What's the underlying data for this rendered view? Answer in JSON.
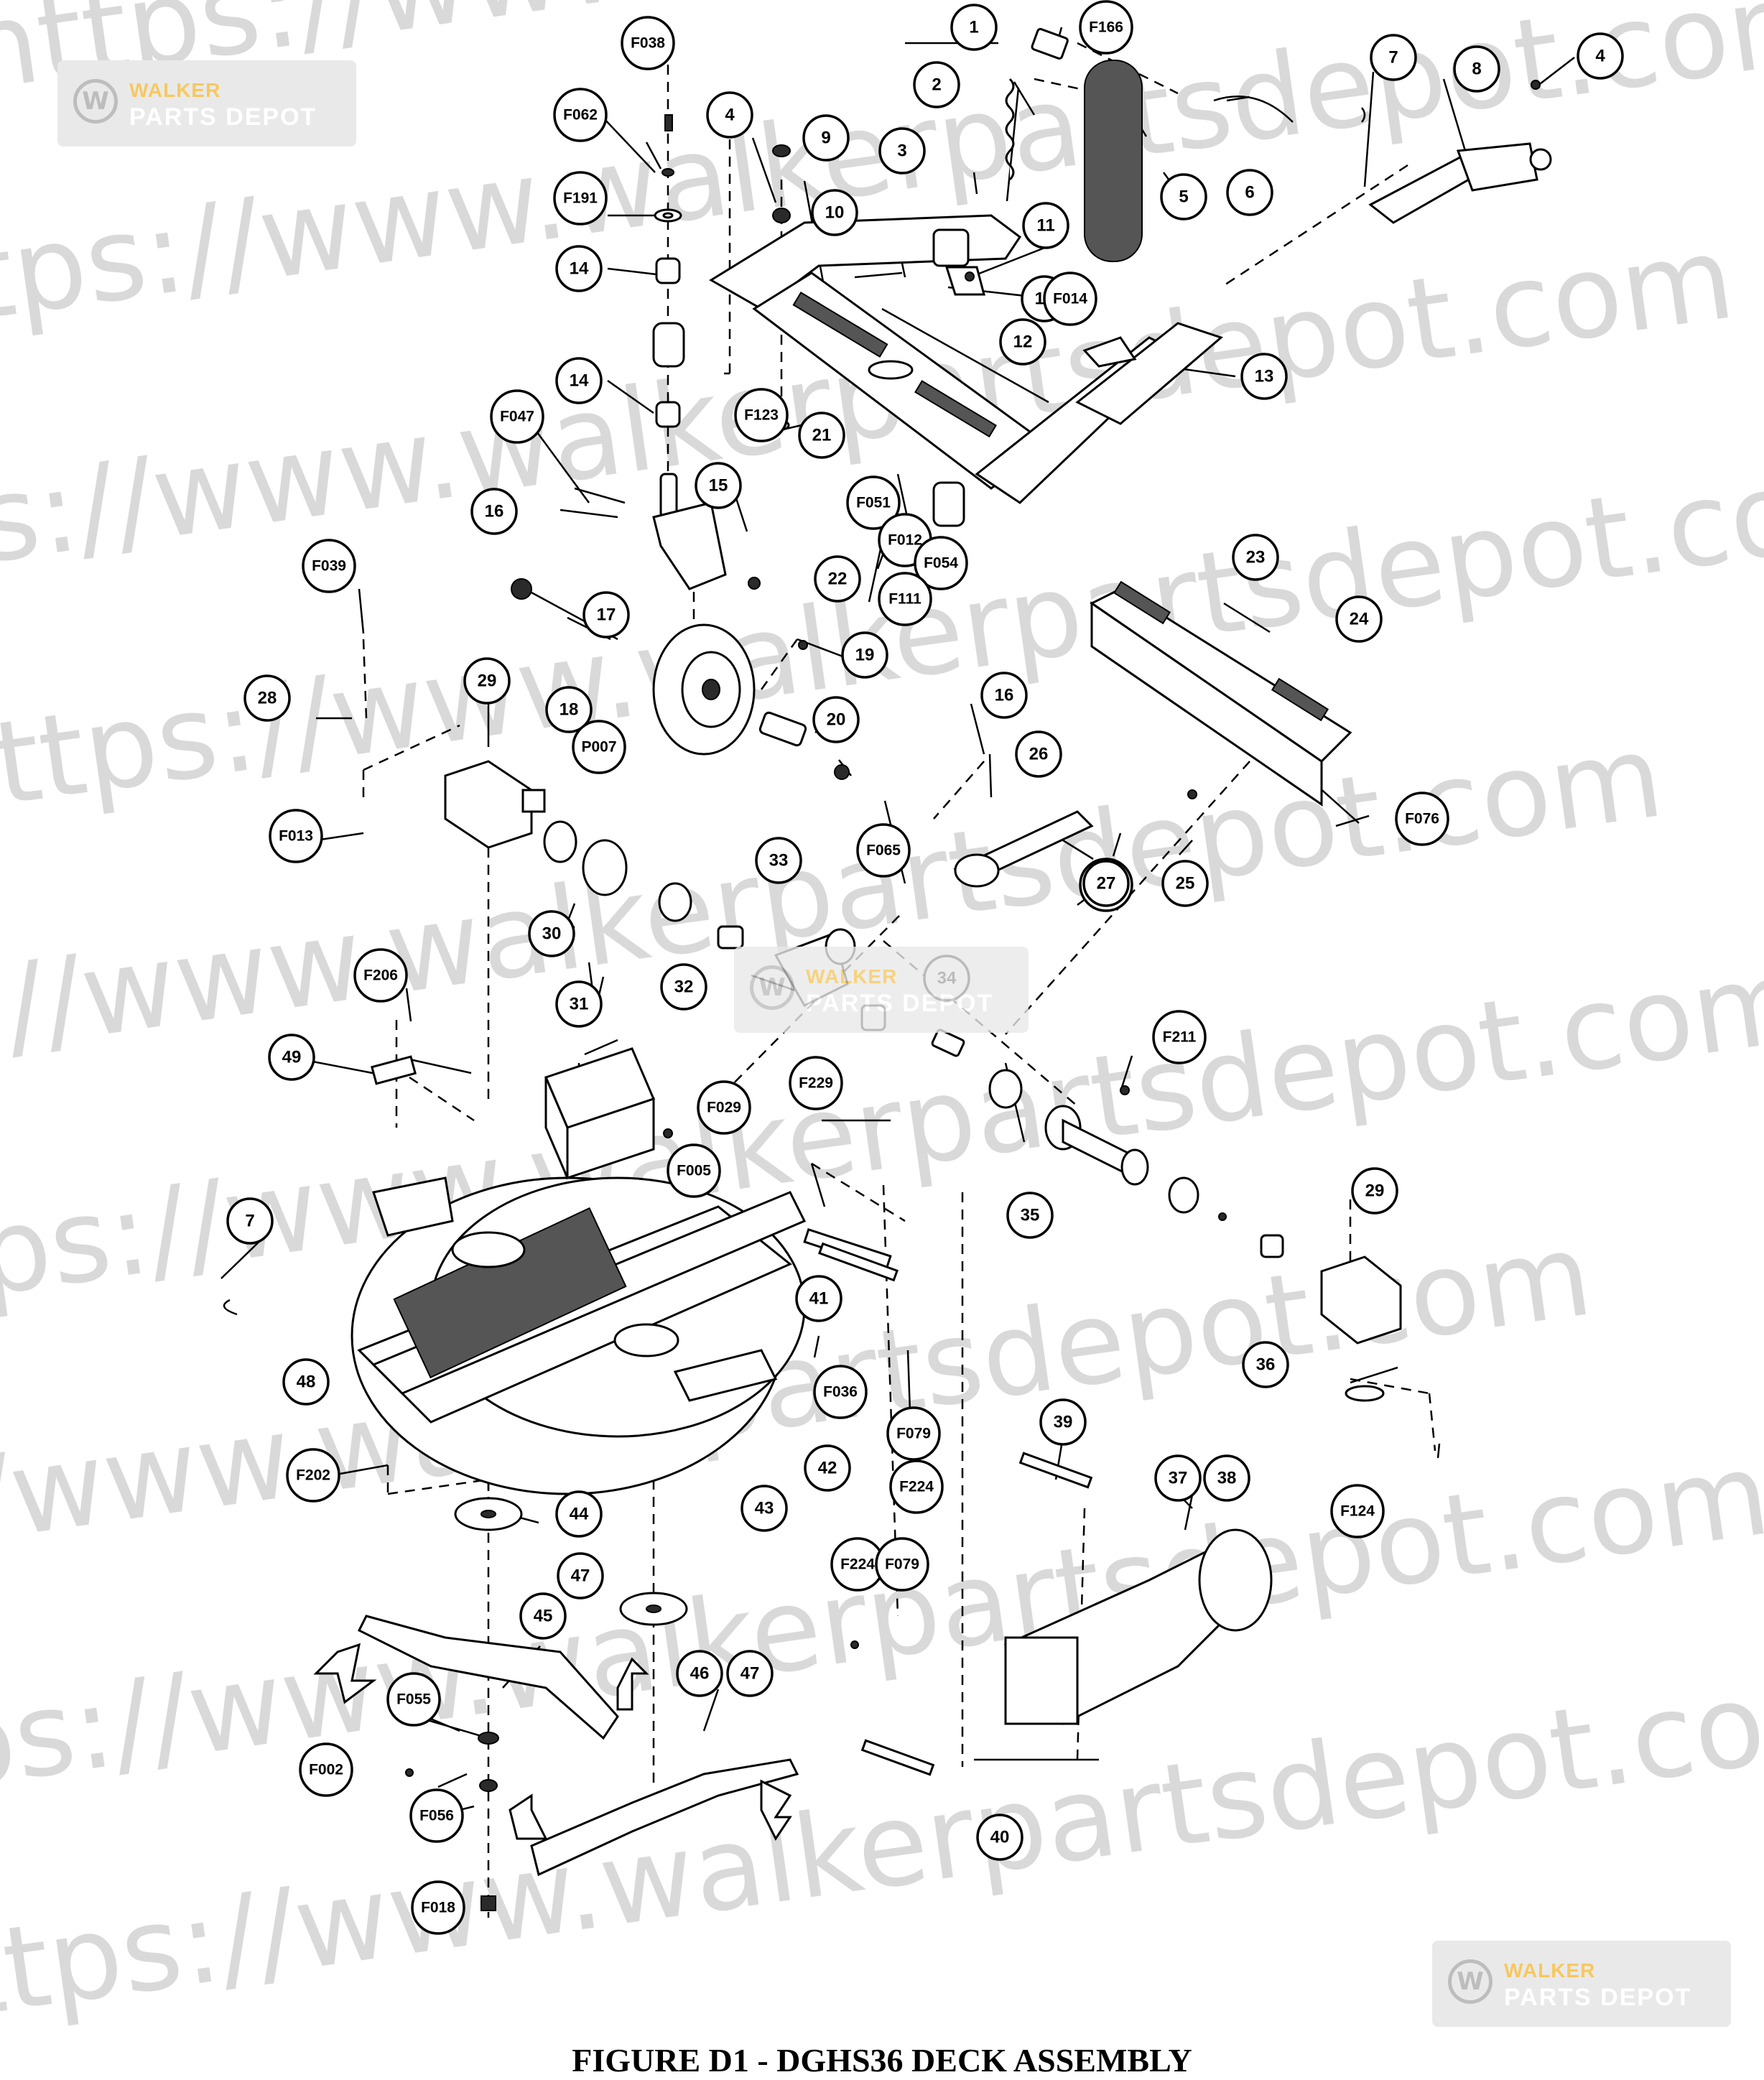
{
  "figure": {
    "caption": "FIGURE D1 - DGHS36 DECK ASSEMBLY"
  },
  "watermarks": {
    "logo_line1": "WALKER",
    "logo_line2": "PARTS DEPOT",
    "site_text": "https://www.walkerpartsdepot.com"
  },
  "callouts": [
    "1",
    "F166",
    "7",
    "8",
    "4",
    "2",
    "F038",
    "4",
    "9",
    "3",
    "5",
    "6",
    "F062",
    "10",
    "11",
    "19",
    "F191",
    "14",
    "F014",
    "12",
    "13",
    "14",
    "F123",
    "21",
    "F047",
    "15",
    "F051",
    "16",
    "F012",
    "F054",
    "22",
    "F111",
    "23",
    "24",
    "17",
    "F039",
    "19",
    "18",
    "20",
    "16",
    "F076",
    "28",
    "29",
    "26",
    "P007",
    "F065",
    "25",
    "F029",
    "F013",
    "33",
    "27",
    "30",
    "32",
    "34",
    "F206",
    "31",
    "F229",
    "F211",
    "49",
    "F029",
    "F005",
    "35",
    "29",
    "7",
    "41",
    "48",
    "36",
    "F036",
    "F079",
    "39",
    "42",
    "F202",
    "37",
    "38",
    "43",
    "44",
    "F124",
    "F224",
    "F224",
    "F079",
    "47",
    "45",
    "46",
    "47",
    "F055",
    "F002",
    "40",
    "F056",
    "F018"
  ]
}
